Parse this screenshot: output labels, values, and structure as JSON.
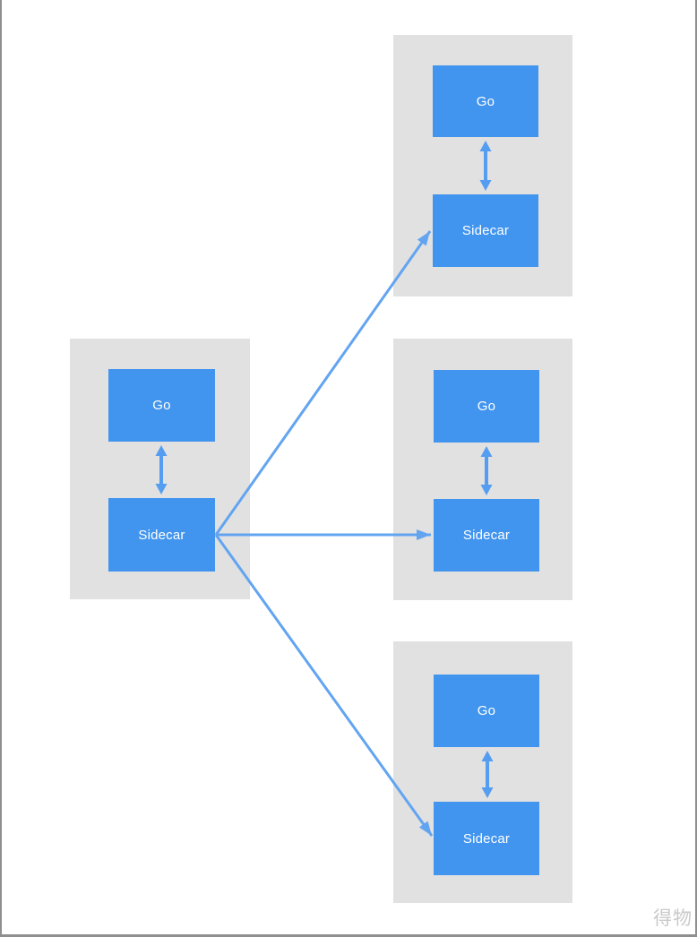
{
  "diagram": {
    "watermark": "得物",
    "colors": {
      "node_fill": "#4295ee",
      "node_text": "#ffffff",
      "panel_bg": "#e1e1e1",
      "double_arrow": "#559df0",
      "connector_arrow": "#63a4f1",
      "page_border": "#8f8f8f",
      "watermark_text": "#c9c9c9"
    },
    "groups": [
      {
        "position": "left",
        "nodes": [
          {
            "label": "Go"
          },
          {
            "label": "Sidecar"
          }
        ]
      },
      {
        "position": "top-right",
        "nodes": [
          {
            "label": "Go"
          },
          {
            "label": "Sidecar"
          }
        ]
      },
      {
        "position": "middle-right",
        "nodes": [
          {
            "label": "Go"
          },
          {
            "label": "Sidecar"
          }
        ]
      },
      {
        "position": "bottom-right",
        "nodes": [
          {
            "label": "Go"
          },
          {
            "label": "Sidecar"
          }
        ]
      }
    ],
    "connections": [
      {
        "from": "left/Go",
        "to": "left/Sidecar",
        "style": "double-arrow"
      },
      {
        "from": "top-right/Go",
        "to": "top-right/Sidecar",
        "style": "double-arrow"
      },
      {
        "from": "middle-right/Go",
        "to": "middle-right/Sidecar",
        "style": "double-arrow"
      },
      {
        "from": "bottom-right/Go",
        "to": "bottom-right/Sidecar",
        "style": "double-arrow"
      },
      {
        "from": "left/Sidecar",
        "to": "top-right/Sidecar",
        "style": "single-arrow"
      },
      {
        "from": "left/Sidecar",
        "to": "middle-right/Sidecar",
        "style": "single-arrow"
      },
      {
        "from": "left/Sidecar",
        "to": "bottom-right/Sidecar",
        "style": "single-arrow"
      }
    ]
  }
}
